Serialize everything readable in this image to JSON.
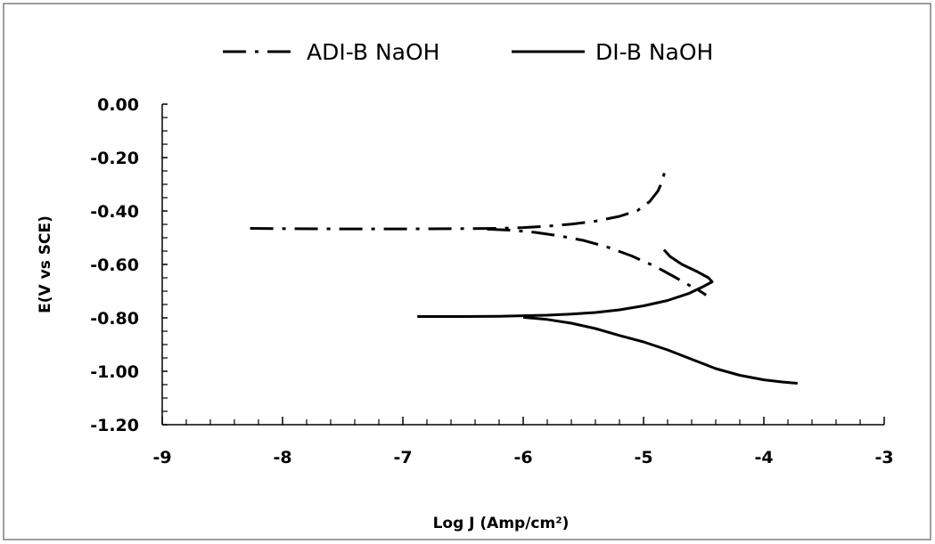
{
  "chart_data": {
    "type": "line",
    "title": "",
    "xlabel": "Log J (Amp/cm²)",
    "ylabel": "E(V vs SCE)",
    "xlim": [
      -9,
      -3
    ],
    "ylim": [
      -1.2,
      0.0
    ],
    "x_ticks": [
      "-9",
      "-8",
      "-7",
      "-6",
      "-5",
      "-4",
      "-3"
    ],
    "y_ticks": [
      "0.00",
      "-0.20",
      "-0.40",
      "-0.60",
      "-0.80",
      "-1.00",
      "-1.20"
    ],
    "grid": false,
    "legend_position": "top",
    "series": [
      {
        "name": "ADI-B NaOH",
        "style": "dash-dot",
        "color": "#000000",
        "points": [
          [
            -8.27,
            -0.465
          ],
          [
            -8.0,
            -0.466
          ],
          [
            -7.5,
            -0.467
          ],
          [
            -7.0,
            -0.467
          ],
          [
            -6.5,
            -0.466
          ],
          [
            -6.2,
            -0.465
          ],
          [
            -6.0,
            -0.462
          ],
          [
            -5.8,
            -0.457
          ],
          [
            -5.6,
            -0.449
          ],
          [
            -5.4,
            -0.438
          ],
          [
            -5.2,
            -0.42
          ],
          [
            -5.05,
            -0.398
          ],
          [
            -4.95,
            -0.365
          ],
          [
            -4.88,
            -0.325
          ],
          [
            -4.84,
            -0.285
          ],
          [
            -4.82,
            -0.24
          ]
        ],
        "points_cathodic": [
          [
            -6.3,
            -0.468
          ],
          [
            -6.1,
            -0.472
          ],
          [
            -5.9,
            -0.48
          ],
          [
            -5.7,
            -0.493
          ],
          [
            -5.5,
            -0.51
          ],
          [
            -5.3,
            -0.535
          ],
          [
            -5.1,
            -0.568
          ],
          [
            -4.9,
            -0.608
          ],
          [
            -4.75,
            -0.645
          ],
          [
            -4.62,
            -0.678
          ],
          [
            -4.53,
            -0.7
          ],
          [
            -4.48,
            -0.715
          ]
        ]
      },
      {
        "name": "DI-B NaOH",
        "style": "solid",
        "color": "#000000",
        "points": [
          [
            -6.88,
            -0.795
          ],
          [
            -6.5,
            -0.795
          ],
          [
            -6.2,
            -0.794
          ],
          [
            -6.0,
            -0.792
          ],
          [
            -5.8,
            -0.79
          ],
          [
            -5.6,
            -0.786
          ],
          [
            -5.4,
            -0.78
          ],
          [
            -5.2,
            -0.77
          ],
          [
            -5.0,
            -0.755
          ],
          [
            -4.8,
            -0.735
          ],
          [
            -4.62,
            -0.708
          ],
          [
            -4.5,
            -0.682
          ],
          [
            -4.43,
            -0.665
          ],
          [
            -4.46,
            -0.65
          ],
          [
            -4.55,
            -0.628
          ],
          [
            -4.68,
            -0.6
          ],
          [
            -4.78,
            -0.57
          ],
          [
            -4.83,
            -0.545
          ]
        ],
        "points_cathodic": [
          [
            -6.0,
            -0.798
          ],
          [
            -5.8,
            -0.806
          ],
          [
            -5.6,
            -0.82
          ],
          [
            -5.4,
            -0.84
          ],
          [
            -5.2,
            -0.866
          ],
          [
            -5.0,
            -0.89
          ],
          [
            -4.8,
            -0.92
          ],
          [
            -4.6,
            -0.955
          ],
          [
            -4.4,
            -0.99
          ],
          [
            -4.2,
            -1.015
          ],
          [
            -4.0,
            -1.032
          ],
          [
            -3.85,
            -1.04
          ],
          [
            -3.72,
            -1.045
          ]
        ]
      }
    ]
  }
}
